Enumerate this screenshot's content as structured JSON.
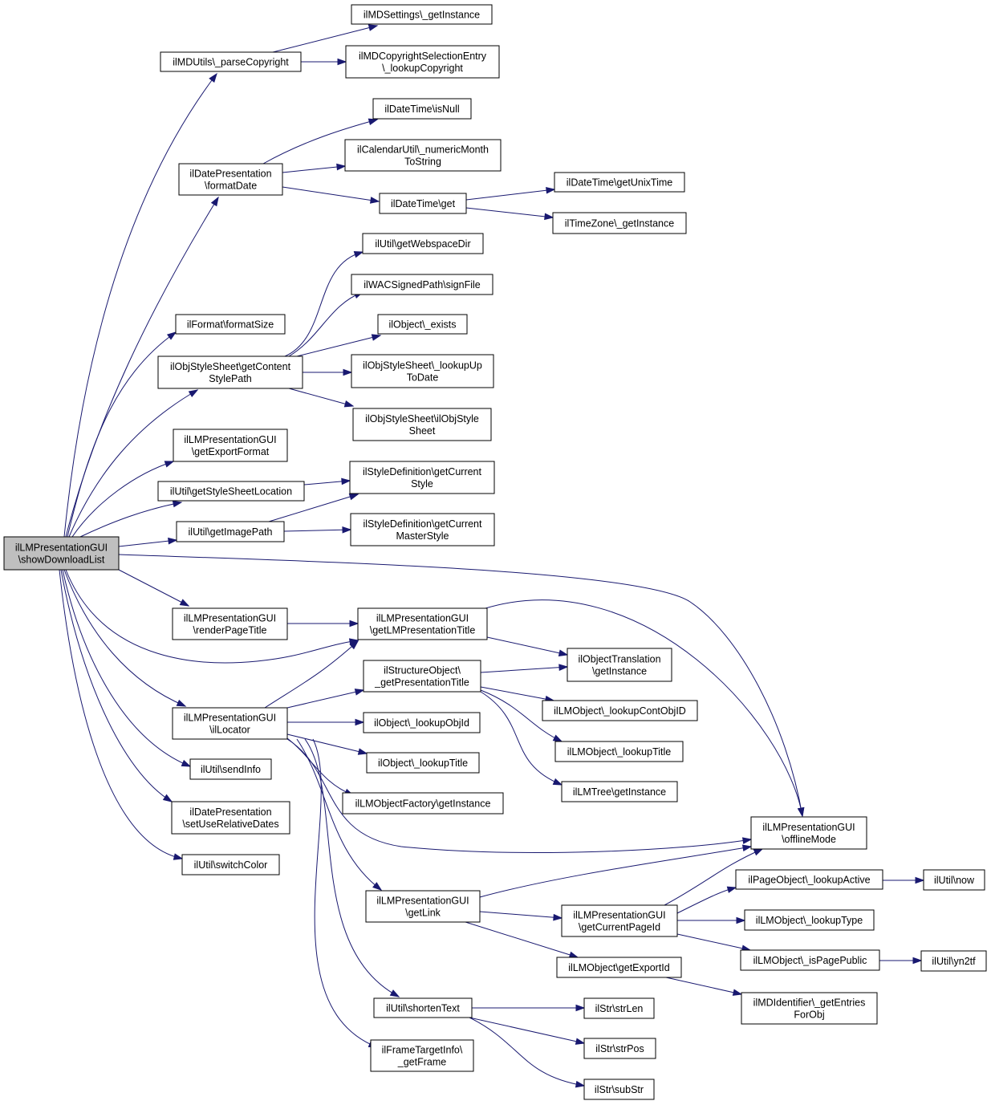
{
  "nodes": [
    {
      "id": "root",
      "lines": [
        "ilLMPresentationGUI",
        "\\showDownloadList"
      ],
      "root": true
    },
    {
      "id": "mdutils",
      "lines": [
        "ilMDUtils\\_parseCopyright"
      ]
    },
    {
      "id": "mdsettings",
      "lines": [
        "ilMDSettings\\_getInstance"
      ]
    },
    {
      "id": "mdcopy",
      "lines": [
        "ilMDCopyrightSelectionEntry",
        "\\_lookupCopyright"
      ]
    },
    {
      "id": "datepres_format",
      "lines": [
        "ilDatePresentation",
        "\\formatDate"
      ]
    },
    {
      "id": "dt_isnull",
      "lines": [
        "ilDateTime\\isNull"
      ]
    },
    {
      "id": "calutil",
      "lines": [
        "ilCalendarUtil\\_numericMonth",
        "ToString"
      ]
    },
    {
      "id": "dt_get",
      "lines": [
        "ilDateTime\\get"
      ]
    },
    {
      "id": "dt_unix",
      "lines": [
        "ilDateTime\\getUnixTime"
      ]
    },
    {
      "id": "tz",
      "lines": [
        "ilTimeZone\\_getInstance"
      ]
    },
    {
      "id": "webspace",
      "lines": [
        "ilUtil\\getWebspaceDir"
      ]
    },
    {
      "id": "wac",
      "lines": [
        "ilWACSignedPath\\signFile"
      ]
    },
    {
      "id": "format",
      "lines": [
        "ilFormat\\formatSize"
      ]
    },
    {
      "id": "obj_exists",
      "lines": [
        "ilObject\\_exists"
      ]
    },
    {
      "id": "objstyle_content",
      "lines": [
        "ilObjStyleSheet\\getContent",
        "StylePath"
      ]
    },
    {
      "id": "objstyle_lookup",
      "lines": [
        "ilObjStyleSheet\\_lookupUp",
        "ToDate"
      ]
    },
    {
      "id": "objstyle_ctor",
      "lines": [
        "ilObjStyleSheet\\ilObjStyle",
        "Sheet"
      ]
    },
    {
      "id": "exportformat",
      "lines": [
        "ilLMPresentationGUI",
        "\\getExportFormat"
      ]
    },
    {
      "id": "stylesheetloc",
      "lines": [
        "ilUtil\\getStyleSheetLocation"
      ]
    },
    {
      "id": "styledef_cur",
      "lines": [
        "ilStyleDefinition\\getCurrent",
        "Style"
      ]
    },
    {
      "id": "imagepath",
      "lines": [
        "ilUtil\\getImagePath"
      ]
    },
    {
      "id": "styledef_master",
      "lines": [
        "ilStyleDefinition\\getCurrent",
        "MasterStyle"
      ]
    },
    {
      "id": "renderpagetitle",
      "lines": [
        "ilLMPresentationGUI",
        "\\renderPageTitle"
      ]
    },
    {
      "id": "getlmpres",
      "lines": [
        "ilLMPresentationGUI",
        "\\getLMPresentationTitle"
      ]
    },
    {
      "id": "objtrans",
      "lines": [
        "ilObjectTranslation",
        "\\getInstance"
      ]
    },
    {
      "id": "structobj",
      "lines": [
        "ilStructureObject\\",
        "_getPresentationTitle"
      ]
    },
    {
      "id": "lookupcont",
      "lines": [
        "ilLMObject\\_lookupContObjID"
      ]
    },
    {
      "id": "locator",
      "lines": [
        "ilLMPresentationGUI",
        "\\ilLocator"
      ]
    },
    {
      "id": "lookupobjid",
      "lines": [
        "ilObject\\_lookupObjId"
      ]
    },
    {
      "id": "lmobj_title",
      "lines": [
        "ilLMObject\\_lookupTitle"
      ]
    },
    {
      "id": "sendinfo",
      "lines": [
        "ilUtil\\sendInfo"
      ]
    },
    {
      "id": "obj_title",
      "lines": [
        "ilObject\\_lookupTitle"
      ]
    },
    {
      "id": "lmtree",
      "lines": [
        "ilLMTree\\getInstance"
      ]
    },
    {
      "id": "objfactory",
      "lines": [
        "ilLMObjectFactory\\getInstance"
      ]
    },
    {
      "id": "relative",
      "lines": [
        "ilDatePresentation",
        "\\setUseRelativeDates"
      ]
    },
    {
      "id": "offline",
      "lines": [
        "ilLMPresentationGUI",
        "\\offlineMode"
      ]
    },
    {
      "id": "switchcolor",
      "lines": [
        "ilUtil\\switchColor"
      ]
    },
    {
      "id": "pageactive",
      "lines": [
        "ilPageObject\\_lookupActive"
      ]
    },
    {
      "id": "now",
      "lines": [
        "ilUtil\\now"
      ]
    },
    {
      "id": "getlink",
      "lines": [
        "ilLMPresentationGUI",
        "\\getLink"
      ]
    },
    {
      "id": "curpage",
      "lines": [
        "ilLMPresentationGUI",
        "\\getCurrentPageId"
      ]
    },
    {
      "id": "lookuptype",
      "lines": [
        "ilLMObject\\_lookupType"
      ]
    },
    {
      "id": "ispublic",
      "lines": [
        "ilLMObject\\_isPagePublic"
      ]
    },
    {
      "id": "yn2tf",
      "lines": [
        "ilUtil\\yn2tf"
      ]
    },
    {
      "id": "exportid",
      "lines": [
        "ilLMObject\\getExportId"
      ]
    },
    {
      "id": "mdident",
      "lines": [
        "ilMDIdentifier\\_getEntries",
        "ForObj"
      ]
    },
    {
      "id": "shorten",
      "lines": [
        "ilUtil\\shortenText"
      ]
    },
    {
      "id": "strlen",
      "lines": [
        "ilStr\\strLen"
      ]
    },
    {
      "id": "strpos",
      "lines": [
        "ilStr\\strPos"
      ]
    },
    {
      "id": "frame",
      "lines": [
        "ilFrameTargetInfo\\",
        "_getFrame"
      ]
    },
    {
      "id": "substr",
      "lines": [
        "ilStr\\subStr"
      ]
    }
  ],
  "colors": {
    "edge": "#191970",
    "root_fill": "#bfbfbf",
    "node_border": "#000000"
  }
}
